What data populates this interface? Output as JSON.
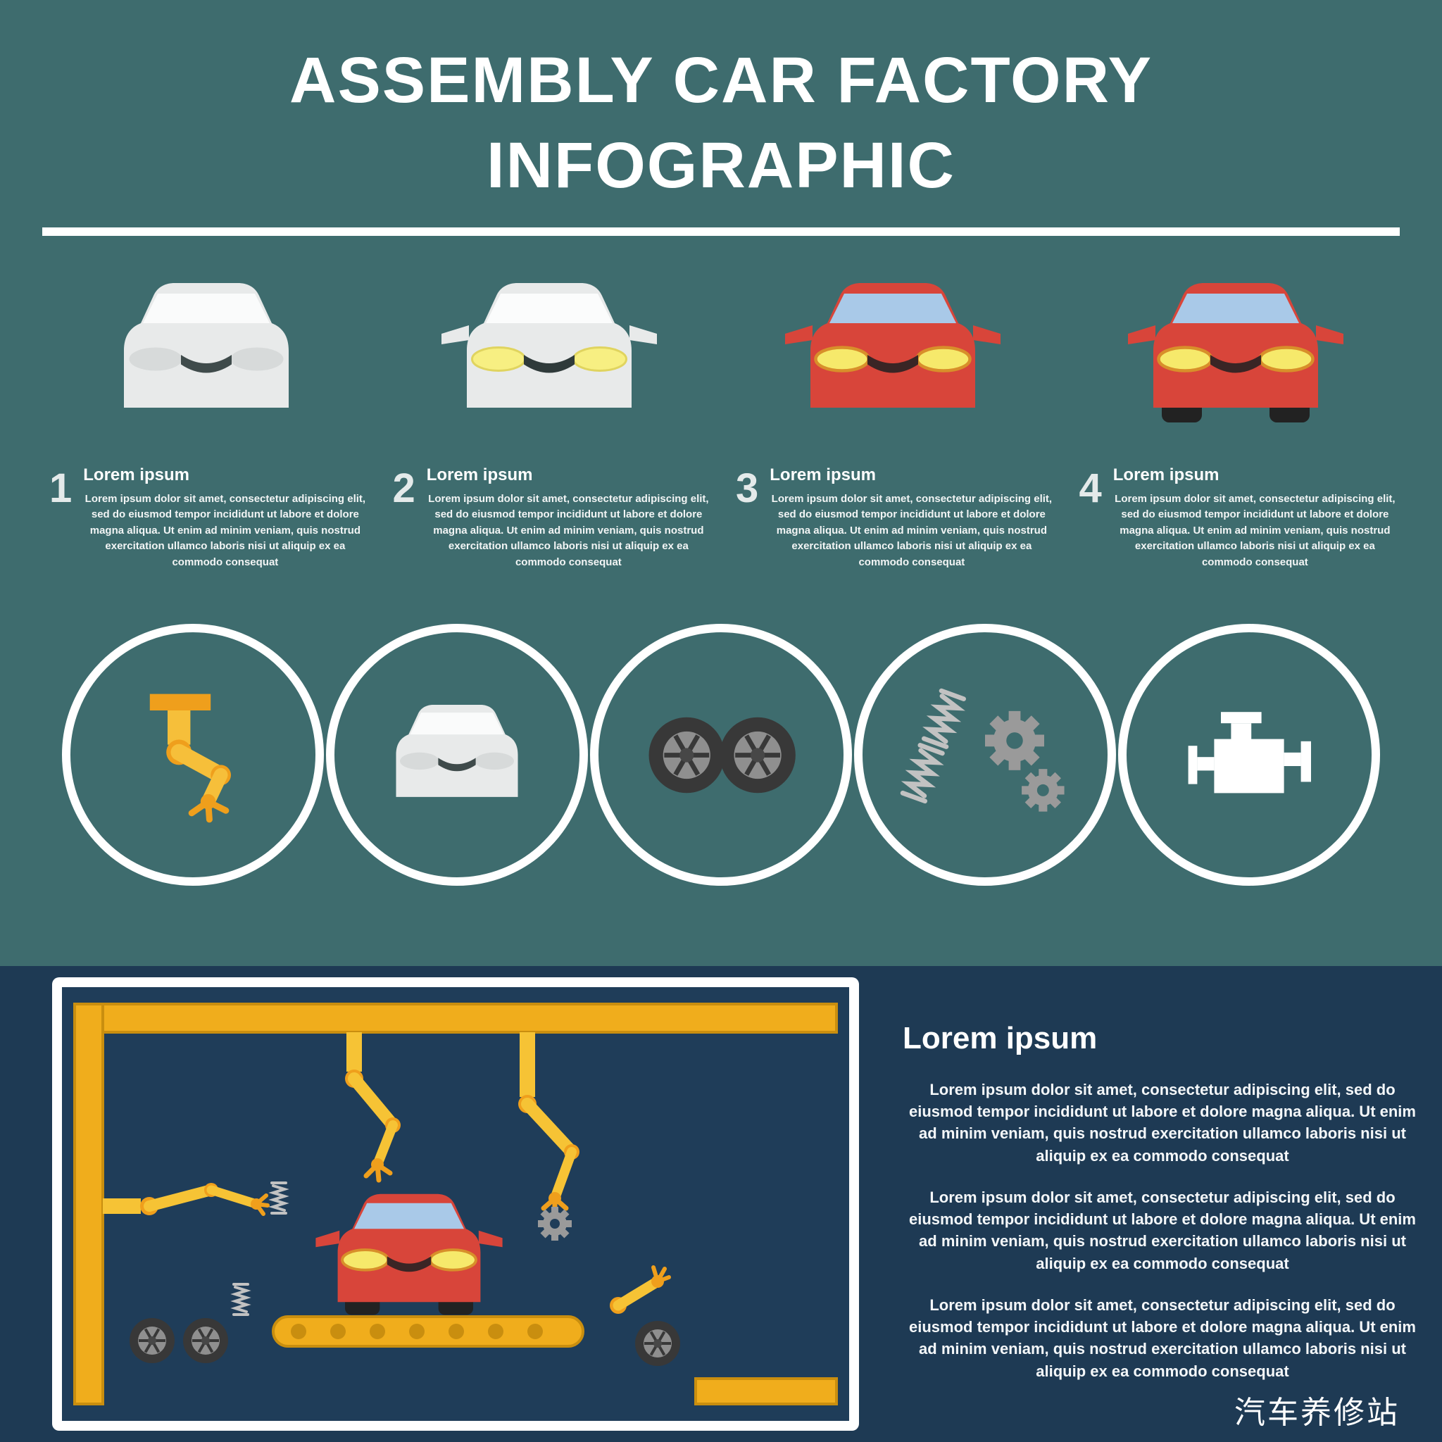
{
  "title": {
    "line1": "ASSEMBLY CAR FACTORY",
    "line2": "INFOGRAPHIC"
  },
  "stages": [
    {
      "number": "1",
      "heading": "Lorem ipsum",
      "body": "Lorem ipsum dolor sit amet, consectetur adipiscing elit, sed do eiusmod tempor incididunt ut labore et dolore magna aliqua. Ut enim ad minim veniam, quis nostrud exercitation ullamco laboris nisi ut aliquip ex ea commodo consequat"
    },
    {
      "number": "2",
      "heading": "Lorem ipsum",
      "body": "Lorem ipsum dolor sit amet, consectetur adipiscing elit, sed do eiusmod tempor incididunt ut labore et dolore magna aliqua. Ut enim ad minim veniam, quis nostrud exercitation ullamco laboris nisi ut aliquip ex ea commodo consequat"
    },
    {
      "number": "3",
      "heading": "Lorem ipsum",
      "body": "Lorem ipsum dolor sit amet, consectetur adipiscing elit, sed do eiusmod tempor incididunt ut labore et dolore magna aliqua. Ut enim ad minim veniam, quis nostrud exercitation ullamco laboris nisi ut aliquip ex ea commodo consequat"
    },
    {
      "number": "4",
      "heading": "Lorem ipsum",
      "body": "Lorem ipsum dolor sit amet, consectetur adipiscing elit, sed do eiusmod tempor incididunt ut labore et dolore magna aliqua. Ut enim ad minim veniam, quis nostrud exercitation ullamco laboris nisi ut aliquip ex ea commodo consequat"
    }
  ],
  "process_icons": [
    {
      "name": "robot-arm-icon"
    },
    {
      "name": "car-body-icon"
    },
    {
      "name": "wheels-icon"
    },
    {
      "name": "suspension-gears-icon"
    },
    {
      "name": "engine-icon"
    }
  ],
  "bottom": {
    "heading": "Lorem ipsum",
    "paragraphs": [
      "Lorem ipsum dolor sit amet, consectetur adipiscing elit, sed do eiusmod tempor incididunt ut labore et dolore magna aliqua. Ut enim ad minim veniam, quis nostrud exercitation ullamco laboris nisi ut aliquip ex ea commodo consequat",
      "Lorem ipsum dolor sit amet, consectetur adipiscing elit, sed do eiusmod tempor incididunt ut labore et dolore magna aliqua. Ut enim ad minim veniam, quis nostrud exercitation ullamco laboris nisi ut aliquip ex ea commodo consequat",
      "Lorem ipsum dolor sit amet, consectetur adipiscing elit, sed do eiusmod tempor incididunt ut labore et dolore magna aliqua. Ut enim ad minim veniam, quis nostrud exercitation ullamco laboris nisi ut aliquip ex ea commodo consequat"
    ]
  },
  "watermark": "汽车养修站",
  "colors": {
    "top_bg": "#3e6c6e",
    "bottom_bg": "#1e3a54",
    "accent_yellow": "#f0ad1c",
    "robot_orange": "#ef9f1c",
    "car_red": "#d8453a",
    "windshield_blue": "#a9c9e8",
    "headlight_yellow": "#f6e96b",
    "body_gray": "#e8eaea",
    "white": "#ffffff"
  }
}
